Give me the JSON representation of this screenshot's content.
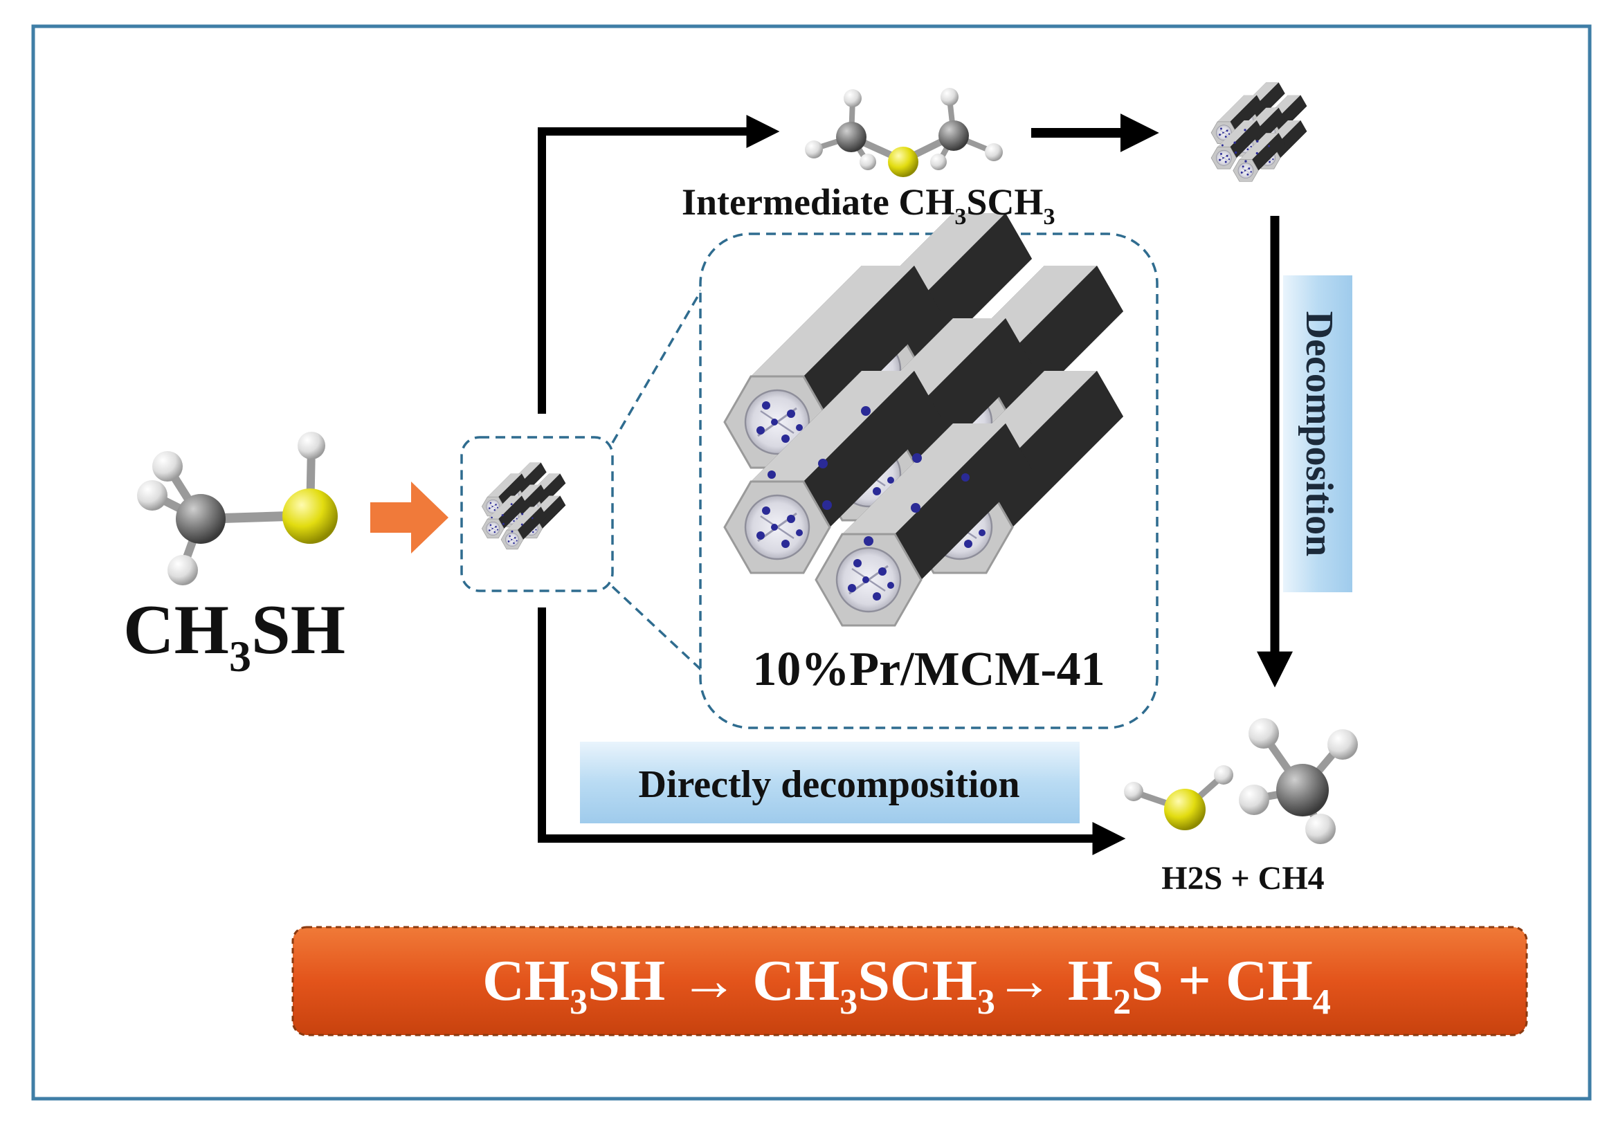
{
  "diagram": {
    "reactant": {
      "prefix": "CH",
      "sub": "3",
      "suffix": "SH"
    },
    "intermediate": {
      "prefix": "Intermediate CH",
      "sub1": "3",
      "mid": "SCH",
      "sub2": "3"
    },
    "catalyst_label": "10%Pr/MCM-41",
    "path_direct_label": "Directly decomposition",
    "path_decomp_label": "Decomposition",
    "products_label": "H2S + CH4",
    "overall_equation": {
      "p1": "CH",
      "s1": "3",
      "p2": "SH → CH",
      "s2": "3",
      "p3": "SCH",
      "s3": "3",
      "p4": "→ H",
      "s4": "2",
      "p5": "S + CH",
      "s5": "4"
    },
    "colors": {
      "frame_border": "#3f7ea6",
      "zoom_dash": "#2f6c8f",
      "equation_bar": "#e8561a",
      "feed_arrow": "#f07a3a",
      "label_bar": "#aed4ef",
      "sulfur_atom": "#d9d400",
      "carbon_atom": "#808080",
      "hydrogen_atom": "#e6e6e6",
      "pore_dot": "#2a2a96"
    }
  }
}
